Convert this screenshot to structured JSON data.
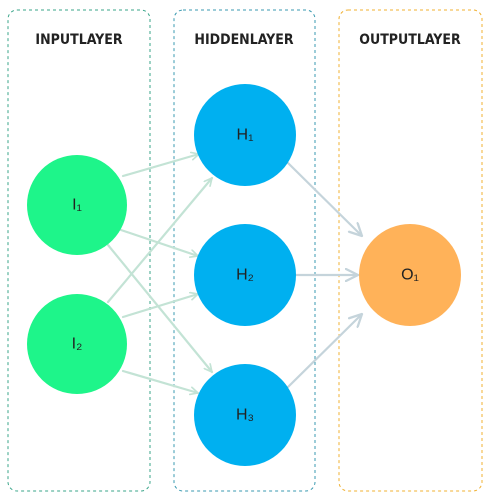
{
  "layers": [
    {
      "title": "INPUTLAYER",
      "border_color": "#3aa58a",
      "nodes": [
        {
          "label": "I₁",
          "color": "#1ef58a"
        },
        {
          "label": "I₂",
          "color": "#1ef58a"
        }
      ]
    },
    {
      "title": "HIDDENLAYER",
      "border_color": "#3a9ab0",
      "nodes": [
        {
          "label": "H₁",
          "color": "#00b0f0"
        },
        {
          "label": "H₂",
          "color": "#00b0f0"
        },
        {
          "label": "H₃",
          "color": "#00b0f0"
        }
      ]
    },
    {
      "title": "OUTPUTLAYER",
      "border_color": "#f0b030",
      "nodes": [
        {
          "label": "O₁",
          "color": "#ffb259"
        }
      ]
    }
  ],
  "edges": [
    {
      "from": "I₁",
      "to": "H₁"
    },
    {
      "from": "I₁",
      "to": "H₂"
    },
    {
      "from": "I₁",
      "to": "H₃"
    },
    {
      "from": "I₂",
      "to": "H₁"
    },
    {
      "from": "I₂",
      "to": "H₂"
    },
    {
      "from": "I₂",
      "to": "H₃"
    },
    {
      "from": "H₁",
      "to": "O₁"
    },
    {
      "from": "H₂",
      "to": "O₁"
    },
    {
      "from": "H₃",
      "to": "O₁"
    }
  ],
  "colors": {
    "input_to_hidden_edge": "#c3e3d5",
    "hidden_to_output_edge": "#c5d4db"
  }
}
